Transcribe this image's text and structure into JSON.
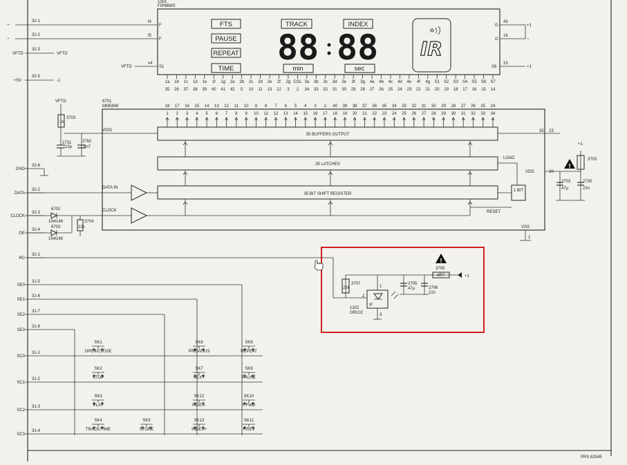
{
  "display": {
    "ref": "1301",
    "part": "FIP6BMS",
    "buttons": [
      "FTS",
      "PAUSE",
      "REPEAT",
      "TIME"
    ],
    "track_label": "TRACK",
    "index_label": "INDEX",
    "min_label": "min",
    "sec_label": "sec",
    "digits_left": "88",
    "digits_right": "88",
    "logo_glyph": "IR",
    "pin_f1": "F",
    "pin_f2": "F",
    "pin_s1": "S1",
    "pin_g1": "G",
    "pin_g2": "G",
    "pin_s6": "S6",
    "pins_4": "f4",
    "pins_5": "f5",
    "pins_x4": "x4",
    "pins_43": "43",
    "pins_16": "16",
    "pins_15": "15",
    "top_row": [
      "1a",
      "1b",
      "1c",
      "1d",
      "1e",
      "1f",
      "1g",
      "2a",
      "2b",
      "2c",
      "2d",
      "2e",
      "2f",
      "2g",
      "COL",
      "3a",
      "3b",
      "3c",
      "3d",
      "3e",
      "3f",
      "3g",
      "4a",
      "4b",
      "4c",
      "4d",
      "4e",
      "4f",
      "4g",
      "S1",
      "S2",
      "S3",
      "S4",
      "S5",
      "S6",
      "S7"
    ],
    "top_pins": [
      "35",
      "26",
      "37",
      "38",
      "39",
      "40",
      "41",
      "42",
      "5",
      "10",
      "11",
      "13",
      "12",
      "3",
      "2",
      "34",
      "33",
      "32",
      "31",
      "30",
      "29",
      "28",
      "27",
      "26",
      "25",
      "24",
      "23",
      "22",
      "21",
      "20",
      "19",
      "18",
      "17",
      "16",
      "15",
      "14"
    ]
  },
  "ic": {
    "ref": "6701",
    "part": "MM5848",
    "pins_out": [
      "18",
      "17",
      "16",
      "15",
      "14",
      "13",
      "12",
      "11",
      "10",
      "9",
      "8",
      "7",
      "6",
      "5",
      "4",
      "3",
      "2",
      "40",
      "39",
      "38",
      "37",
      "36",
      "35",
      "34",
      "33",
      "32",
      "31",
      "30",
      "29",
      "28",
      "27",
      "26",
      "25",
      "24"
    ],
    "pins_in": [
      "1",
      "2",
      "3",
      "4",
      "5",
      "6",
      "7",
      "8",
      "9",
      "10",
      "11",
      "12",
      "13",
      "14",
      "15",
      "16",
      "17",
      "18",
      "19",
      "20",
      "21",
      "22",
      "23",
      "24",
      "25",
      "26",
      "27",
      "28",
      "29",
      "30",
      "31",
      "32",
      "33",
      "34"
    ],
    "buffers": "35 BUFFERS OUTPUT",
    "latches": "35 LATCHES",
    "shift": "35 BIT SHIFT REGISTER",
    "vdis": "VDIS",
    "data_in": "DATA IN",
    "clock": "CLOCK",
    "load": "LOAD",
    "reset": "RESET",
    "bit": "1 BIT",
    "vdd": "VDD",
    "vss": "VSS",
    "pin20": "20",
    "pin1": "1",
    "pin23": "23",
    "out35": "35"
  },
  "connector_left": {
    "top": [
      {
        "pin": "32-1",
        "sym": "~"
      },
      {
        "pin": "32-2",
        "sym": "~"
      },
      {
        "pin": "32-3",
        "label": "VFTD"
      },
      {
        "pin": "32-5",
        "label": "+5V"
      }
    ],
    "vftd_out": "VFTD",
    "minus1": "-1"
  },
  "signals": [
    {
      "name": "GND",
      "pin": "32-6"
    },
    {
      "name": "DATA",
      "pin": "32-2"
    },
    {
      "name": "CLOCK",
      "pin": "32-3"
    },
    {
      "name": "DE",
      "pin": "32-4"
    },
    {
      "name": "RC",
      "pin": "32-1"
    },
    {
      "name": "SE0",
      "pin": "31-5"
    },
    {
      "name": "SE1",
      "pin": "31-6"
    },
    {
      "name": "SE2",
      "pin": "31-7"
    },
    {
      "name": "SE3",
      "pin": "31-8"
    },
    {
      "name": "SC0",
      "pin": "31-1"
    },
    {
      "name": "SC1",
      "pin": "31-2"
    },
    {
      "name": "SC2",
      "pin": "31-3"
    },
    {
      "name": "SC3",
      "pin": "31-4"
    }
  ],
  "components": {
    "r3703": "3703",
    "r3703v": "1k",
    "c2731": "2731",
    "c2731v": "15p",
    "c2762": "2762",
    "c2762v": "4n7",
    "d6702": "6702",
    "d6702p": "1N4148",
    "d6703": "6703",
    "d6703p": "1N4148",
    "r3704": "3704",
    "r3704v": "22k",
    "r3707": "3707",
    "r3707v": "22k",
    "ir": "1202",
    "irp": "OR102",
    "irtag": "IF",
    "c2705": "2705",
    "c2705v": "47μ",
    "c2706": "2706",
    "c2706v": "22n",
    "r3705": "3705",
    "r3705v": "4R7",
    "right_r": "3703",
    "c2703": "2703",
    "c2703v": "47μ",
    "c2735": "2735",
    "c2735v": "22n",
    "plus1": "+1",
    "p1": "1",
    "p2": "2",
    "p3": "3"
  },
  "keys": [
    {
      "ref": "SK1",
      "label": "OPEN/CLOSE"
    },
    {
      "ref": "SK2",
      "label": "STOP"
    },
    {
      "ref": "SK3",
      "label": "PLAY"
    },
    {
      "ref": "SK4",
      "label": "TRACK/TIME"
    },
    {
      "ref": "SK5",
      "label": "STORE"
    },
    {
      "ref": "SK6",
      "label": "PREVIOUS"
    },
    {
      "ref": "SK7",
      "label": "NEXT"
    },
    {
      "ref": "SK12",
      "label": "INDEX-"
    },
    {
      "ref": "SK13",
      "label": "INDEX+"
    },
    {
      "ref": "SK8",
      "label": "REPEAT"
    },
    {
      "ref": "SK9",
      "label": "PAUSE"
    },
    {
      "ref": "SK10",
      "label": "F.FWD"
    },
    {
      "ref": "SK11",
      "label": "F.REV"
    }
  ],
  "footer": "PRS 82545",
  "colors": {
    "highlight": "#d02020",
    "ink": "#222222",
    "paper": "#f3f1ec"
  }
}
